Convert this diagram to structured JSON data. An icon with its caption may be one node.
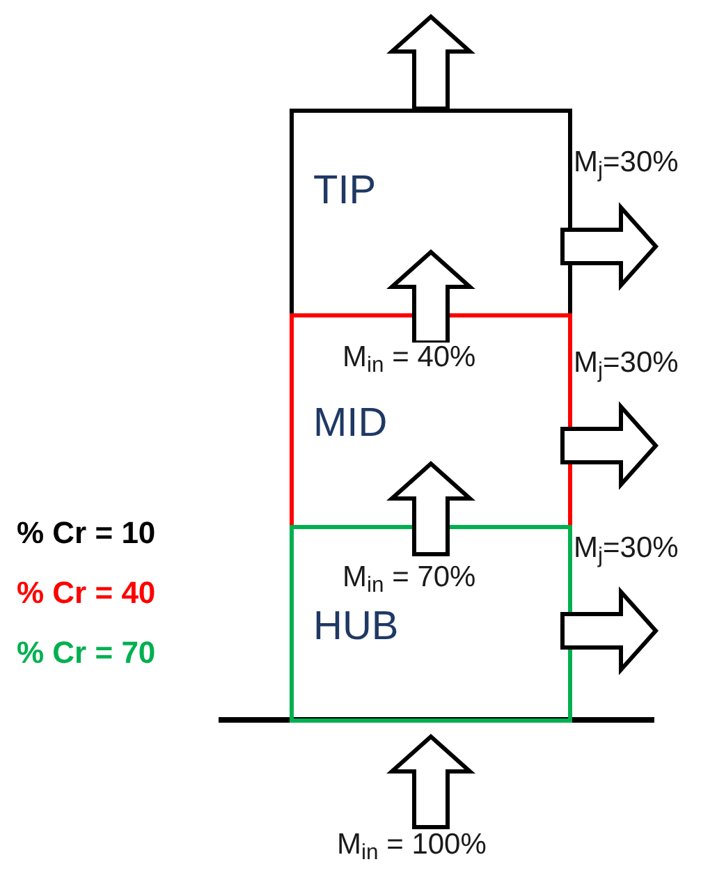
{
  "diagram": {
    "nodes": [
      {
        "text": [
          "TIP"
        ]
      },
      {
        "text": [
          "MID"
        ]
      },
      {
        "text": [
          "HUB"
        ]
      }
    ],
    "edges": [
      {
        "from": null,
        "to": 2,
        "arrow": "to",
        "label": "M$_{in}$ = 100%"
      },
      {
        "from": 2,
        "to": 1,
        "arrow": "to",
        "label": "M$_{in}$ = 70%"
      },
      {
        "from": 1,
        "to": 0,
        "arrow": "to",
        "label": "M$_{in}$ = 40%"
      },
      {
        "from": 0,
        "to": null,
        "arrow": "to"
      },
      {
        "from": 0,
        "to": null,
        "arrow": "to",
        "label": "M$_{j}$=30%"
      },
      {
        "from": 1,
        "to": null,
        "arrow": "to",
        "label": "M$_{j}$=30%"
      },
      {
        "from": 2,
        "to": null,
        "arrow": "to",
        "label": "M$_{j}$=30%"
      }
    ],
    "legend": [
      {
        "text": "% Cr = 10",
        "color": "#000000"
      },
      {
        "text": "% Cr = 40",
        "color": "#ff0000"
      },
      {
        "text": "% Cr = 70",
        "color": "#00b050"
      }
    ]
  }
}
